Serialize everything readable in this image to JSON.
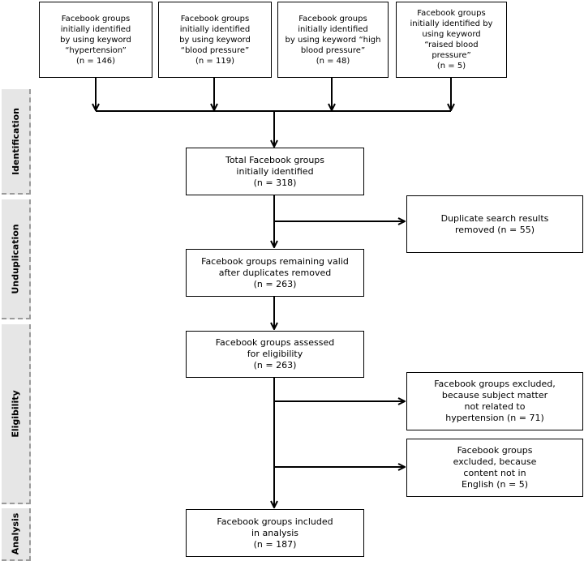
{
  "stages": [
    {
      "key": "identification",
      "label": "Identification"
    },
    {
      "key": "unduplication",
      "label": "Unduplication"
    },
    {
      "key": "eligibility",
      "label": "Eligibility"
    },
    {
      "key": "analysis",
      "label": "Analysis"
    }
  ],
  "boxes": {
    "keyword_hypertension": [
      "Facebook groups",
      "initially identified",
      "by using keyword",
      "“hypertension”",
      "(n = 146)"
    ],
    "keyword_blood_pressure": [
      "Facebook groups",
      "initially identified",
      "by using keyword",
      "“blood pressure”",
      "(n = 119)"
    ],
    "keyword_high_blood_pressure": [
      "Facebook groups",
      "initially identified",
      "by using keyword “high",
      "blood pressure”",
      "(n = 48)"
    ],
    "keyword_raised_blood_pressure": [
      "Facebook groups",
      "initially identified by",
      "using keyword",
      "“raised blood",
      "pressure”",
      "(n = 5)"
    ],
    "total_identified": [
      "Total Facebook groups",
      "initially identified",
      "(n = 318)"
    ],
    "duplicates_removed": [
      "Duplicate search results",
      "removed (n = 55)"
    ],
    "remaining_valid": [
      "Facebook groups remaining valid",
      "after duplicates removed",
      "(n = 263)"
    ],
    "assessed_eligibility": [
      "Facebook groups assessed",
      "for eligibility",
      "(n = 263)"
    ],
    "excluded_subject": [
      "Facebook groups excluded,",
      "because subject matter",
      "not related to",
      "hypertension (n = 71)"
    ],
    "excluded_language": [
      "Facebook groups",
      "excluded, because",
      "content not in",
      "English (n = 5)"
    ],
    "included_analysis": [
      "Facebook groups included",
      "in analysis",
      "(n = 187)"
    ]
  }
}
